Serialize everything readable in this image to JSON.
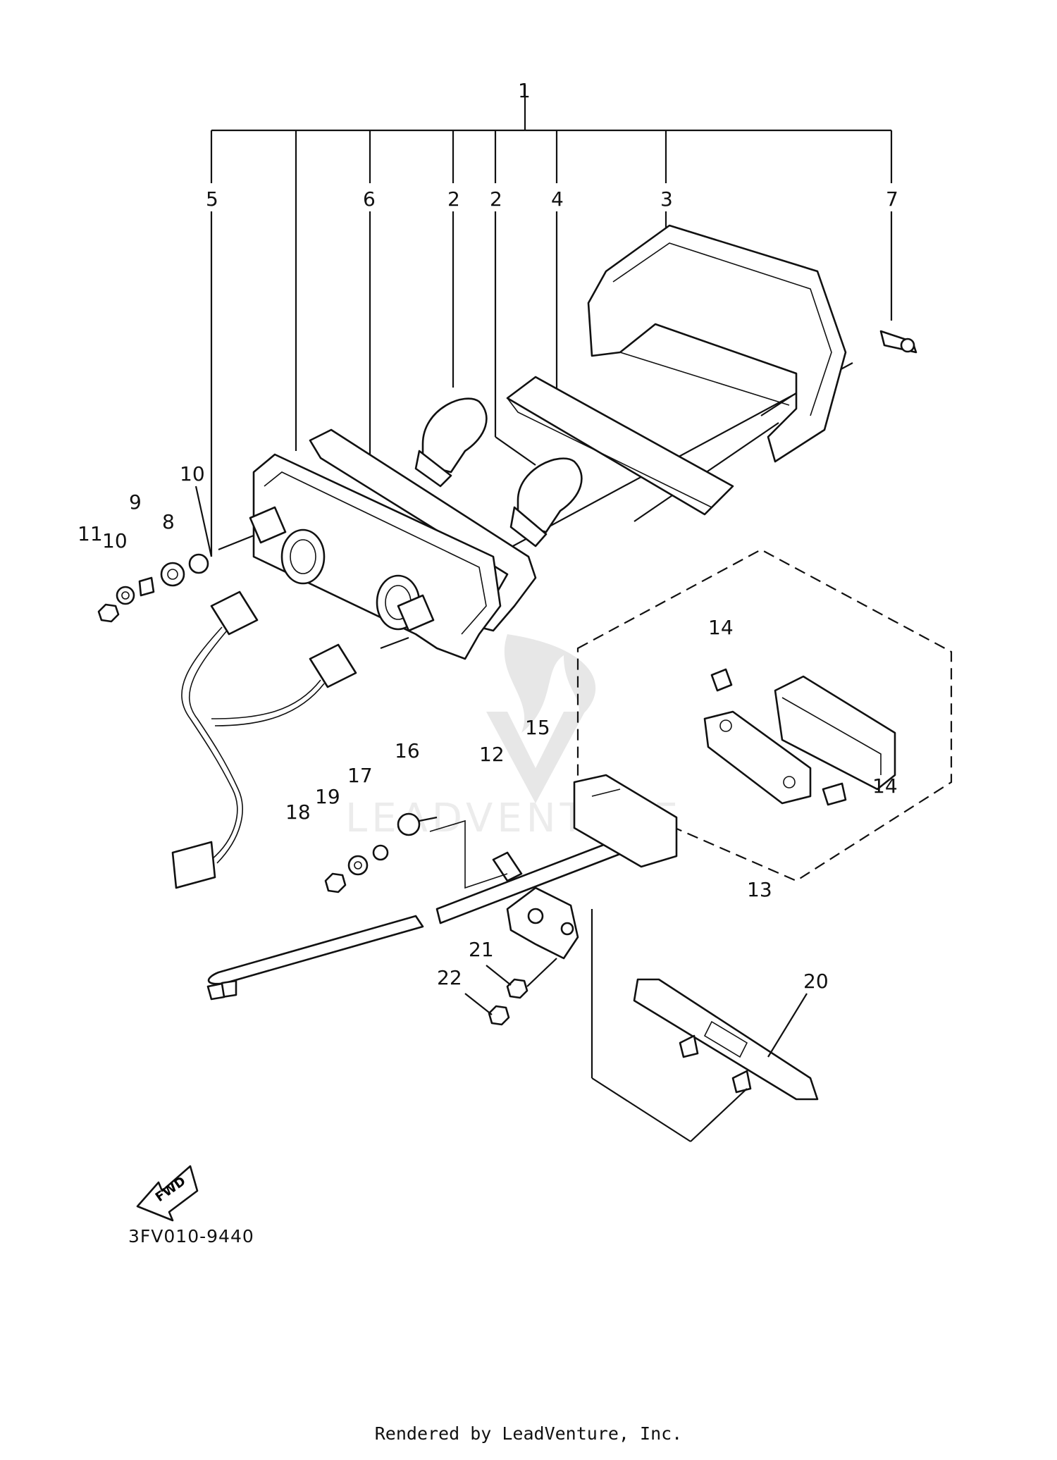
{
  "diagram": {
    "catalog_number": "3FV010-9440",
    "render_credit": "Rendered by LeadVenture, Inc.",
    "watermark_text": "LEADVENTURE",
    "fwd_label": "FWD",
    "callouts": {
      "c1": "1",
      "c2a": "2",
      "c2b": "2",
      "c3": "3",
      "c4": "4",
      "c5": "5",
      "c6": "6",
      "c7": "7",
      "c8": "8",
      "c9": "9",
      "c10a": "10",
      "c10b": "10",
      "c11": "11",
      "c12": "12",
      "c13": "13",
      "c14a": "14",
      "c14b": "14",
      "c15": "15",
      "c16": "16",
      "c17": "17",
      "c18": "18",
      "c19": "19",
      "c20": "20",
      "c21": "21",
      "c22": "22"
    }
  }
}
